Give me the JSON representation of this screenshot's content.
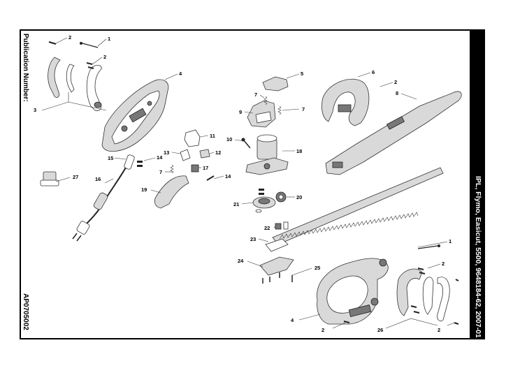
{
  "publication_label": "Publication Number:",
  "publication_number": "AP0705002",
  "document_title": "IPL, Flymo, Easicut, 5500, 9648184-62, 2007-01",
  "callouts": {
    "c1a": "1",
    "c2a": "2",
    "c2b": "2",
    "c3": "3",
    "c4a": "4",
    "c5": "5",
    "c6": "6",
    "c2c": "2",
    "c8": "8",
    "c7a": "7",
    "c9": "9",
    "c7b": "7",
    "c10": "10",
    "c11": "11",
    "c13": "13",
    "c12": "12",
    "c15": "15",
    "c14a": "14",
    "c18": "18",
    "c7c": "7",
    "c17": "17",
    "c14b": "14",
    "c27": "27",
    "c16": "16",
    "c19": "19",
    "c20": "20",
    "c21": "21",
    "c22": "22",
    "c23": "23",
    "c1b": "1",
    "c24": "24",
    "c25": "25",
    "c2d": "2",
    "c4b": "4",
    "c2e": "2",
    "c26": "26",
    "c2f": "2"
  }
}
